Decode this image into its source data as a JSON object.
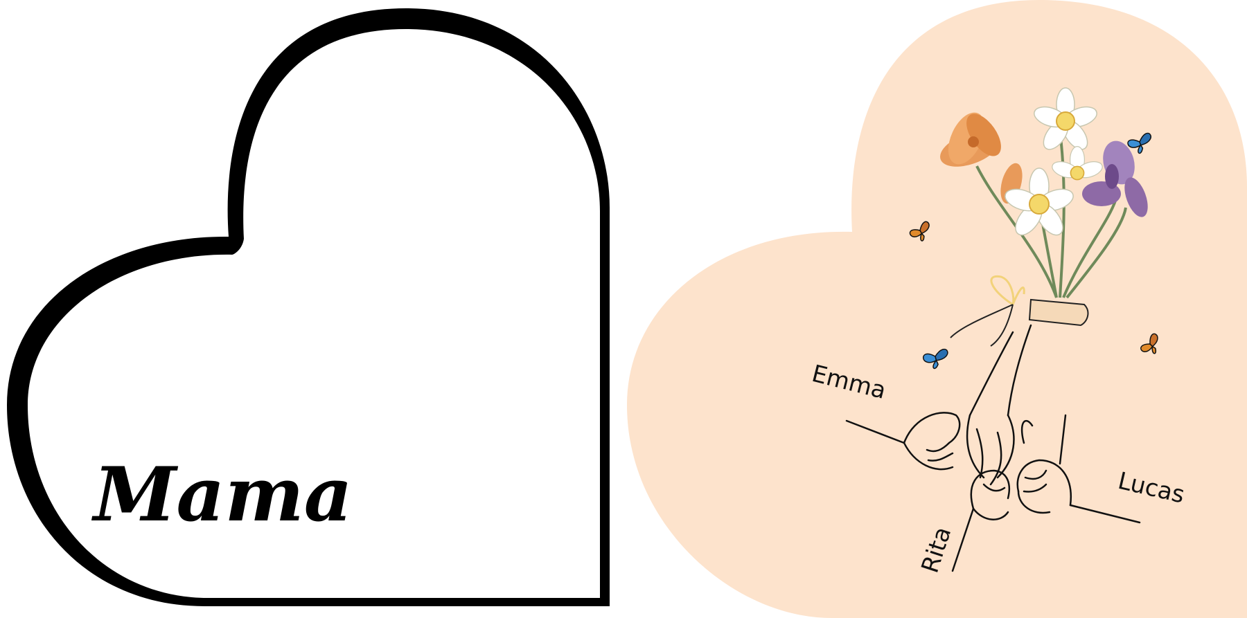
{
  "left_panel": {
    "title": "Mama",
    "fill_color": "#ffffff",
    "outline_color": "#000000"
  },
  "right_panel": {
    "background_color": "#fde3cc",
    "names": {
      "first": "Emma",
      "second": "Rita",
      "third": "Lucas"
    },
    "flowers": [
      {
        "name": "lily-flower-icon",
        "color": "#e89a5a"
      },
      {
        "name": "daffodil-flower-icon",
        "color": "#f4d86a"
      },
      {
        "name": "iris-flower-icon",
        "color": "#8e6aa6"
      }
    ],
    "butterfly_colors": [
      "#3a8fd6",
      "#e08a2a"
    ],
    "ribbon_color": "#f2d27a"
  }
}
